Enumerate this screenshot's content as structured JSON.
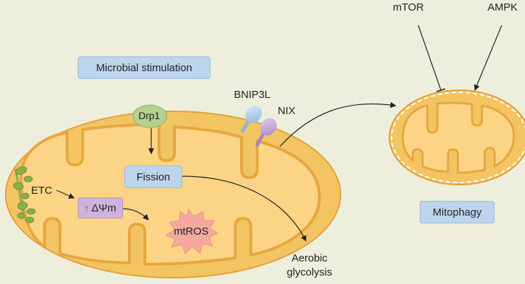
{
  "labels": {
    "mtor": "mTOR",
    "ampk": "AMPK",
    "microbial_stimulation": "Microbial stimulation",
    "drp1": "Drp1",
    "bnip3l": "BNIP3L",
    "nix": "NIX",
    "fission": "Fission",
    "etc": "ETC",
    "delta_psi_m": "ΔΨm",
    "delta_psi_up_arrow": "↑",
    "mtros": "mtROS",
    "mitophagy": "Mitophagy",
    "aerobic_glycolysis_line1": "Aerobic",
    "aerobic_glycolysis_line2": "glycolysis"
  },
  "colors": {
    "background": "#eeeedd",
    "mito_outer_fill": "#f3c462",
    "mito_outer_stroke": "#e2a13c",
    "mito_inner_fill": "#fbd585",
    "cristae_stroke": "#e8a640",
    "box_blue": "#bcd5ec",
    "box_purple": "#cdb3db",
    "drp1_green": "#b3d08f",
    "etc_green": "#8aae4a",
    "mtros_burst": "#f4a8a0",
    "arrow": "#222222"
  }
}
